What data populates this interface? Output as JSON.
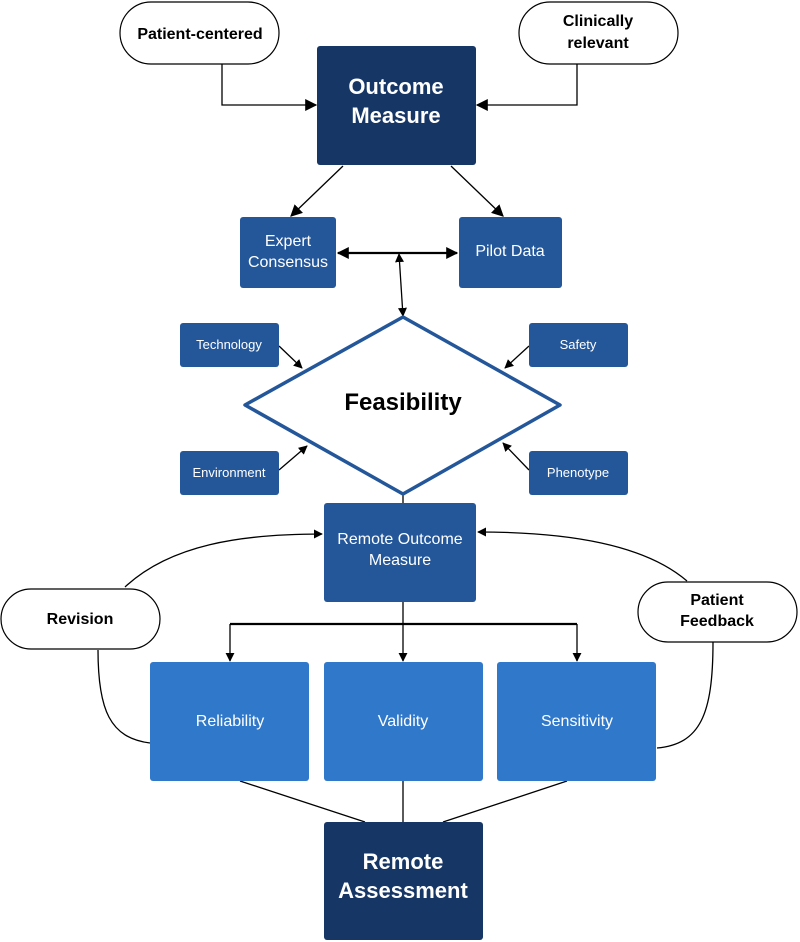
{
  "colors": {
    "dark_navy": "#163666",
    "mid_blue": "#24579a",
    "light_blue": "#3078c9",
    "diamond_stroke": "#24579a",
    "pill_stroke": "#000000",
    "arrow": "#000000"
  },
  "nodes": {
    "patient_centered": "Patient-centered",
    "clinically_relevant": [
      "Clinically",
      "relevant"
    ],
    "outcome_measure": [
      "Outcome",
      "Measure"
    ],
    "expert_consensus": [
      "Expert",
      "Consensus"
    ],
    "pilot_data": "Pilot Data",
    "technology": "Technology",
    "safety": "Safety",
    "feasibility": "Feasibility",
    "environment": "Environment",
    "phenotype": "Phenotype",
    "remote_outcome_measure": [
      "Remote Outcome",
      "Measure"
    ],
    "revision": "Revision",
    "patient_feedback": [
      "Patient",
      "Feedback"
    ],
    "reliability": "Reliability",
    "validity": "Validity",
    "sensitivity": "Sensitivity",
    "remote_assessment": [
      "Remote",
      "Assessment"
    ]
  }
}
